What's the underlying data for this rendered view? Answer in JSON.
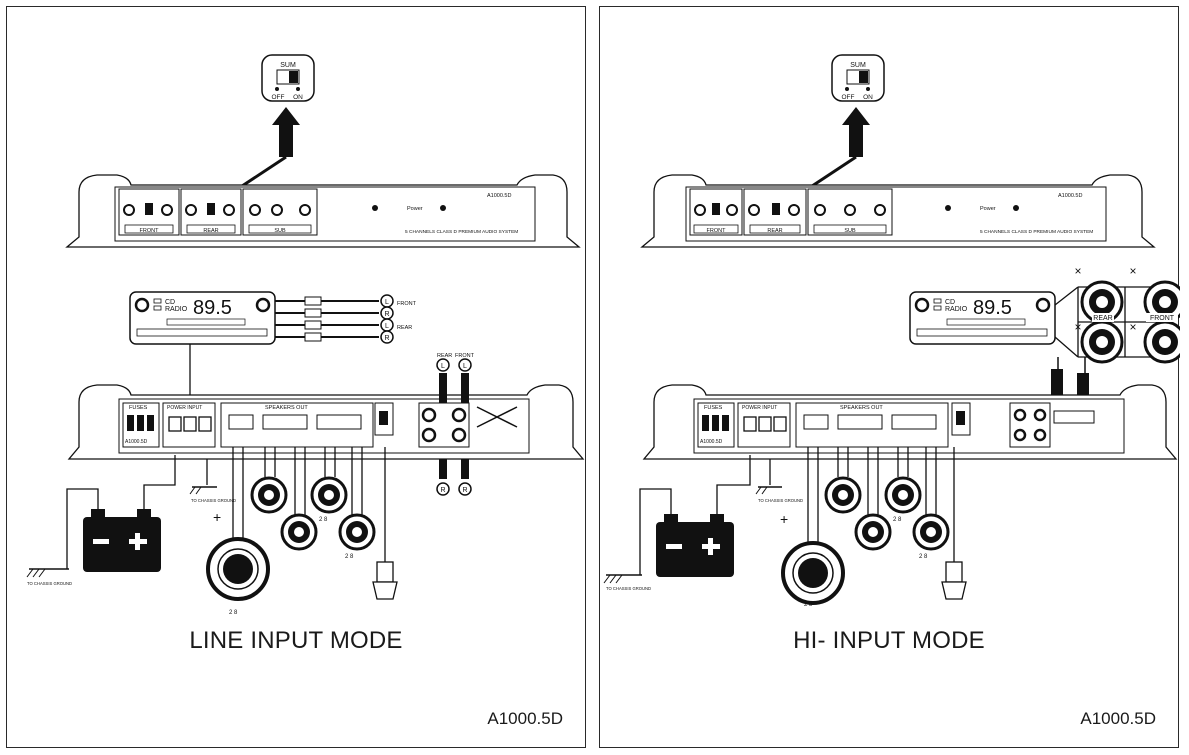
{
  "left": {
    "title": "LINE INPUT MODE",
    "model": "A1000.5D",
    "sum_label": "SUM",
    "off_label": "OFF",
    "on_label": "ON",
    "amp_model": "A1000.5D",
    "amp_tagline": "5 CHANNELS CLASS D PREMIUM AUDIO SYSTEM",
    "amp_brand": "Power",
    "section_front": "FRONT",
    "section_rear": "REAR",
    "section_sub": "SUB",
    "radio_label_cd": "CD",
    "radio_label_radio": "RADIO",
    "radio_freq": "89.5",
    "rca_front": "FRONT",
    "rca_rear": "REAR",
    "rca_l": "L",
    "rca_r": "R",
    "fuses": "FUSES",
    "power_input": "POWER INPUT",
    "speakers_out": "SPEAKERS OUT",
    "panel_model": "A1000.5D",
    "top_rear": "REAR",
    "top_front": "FRONT",
    "ground_label": "TO CHASSIS GROUND",
    "impedance": "2 8",
    "plus": "+"
  },
  "right": {
    "title": "HI- INPUT MODE",
    "model": "A1000.5D",
    "sum_label": "SUM",
    "off_label": "OFF",
    "on_label": "ON",
    "amp_model": "A1000.5D",
    "amp_tagline": "5 CHANNELS CLASS D PREMIUM AUDIO SYSTEM",
    "amp_brand": "Power",
    "section_front": "FRONT",
    "section_rear": "REAR",
    "section_sub": "SUB",
    "radio_label_cd": "CD",
    "radio_label_radio": "RADIO",
    "radio_freq": "89.5",
    "spk_rear": "REAR",
    "spk_front": "FRONT",
    "fuses": "FUSES",
    "power_input": "POWER INPUT",
    "speakers_out": "SPEAKERS OUT",
    "panel_model": "A1000.5D",
    "ground_label": "TO CHASSIS GROUND",
    "impedance": "2 8",
    "plus": "+",
    "x_mark": "×"
  }
}
